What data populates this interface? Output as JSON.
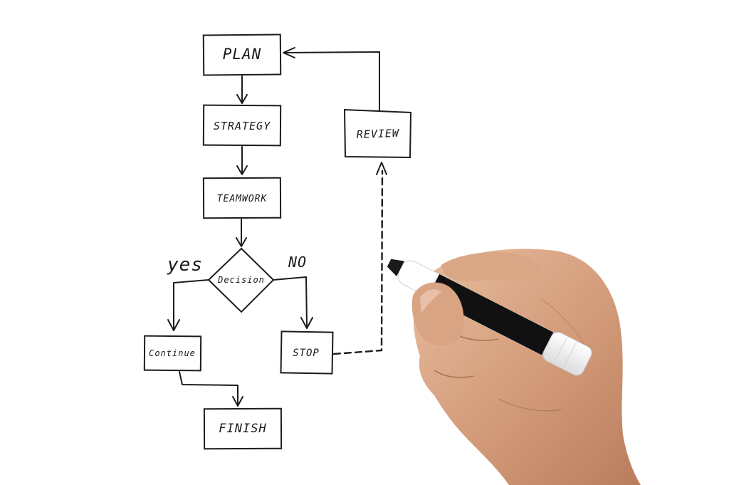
{
  "flowchart": {
    "nodes": {
      "plan": "PLAN",
      "strategy": "STRATEGY",
      "teamwork": "TEAMWORK",
      "decision": "Decision",
      "continue": "Continue",
      "stop": "STOP",
      "finish": "FINISH",
      "review": "REVIEW"
    },
    "branches": {
      "yes": "yes",
      "no": "NO"
    }
  },
  "colors": {
    "ink": "#1c1c1c",
    "paper": "#ffffff",
    "skin": "#d9a98a",
    "marker_body": "#ffffff",
    "marker_grip": "#111111"
  }
}
